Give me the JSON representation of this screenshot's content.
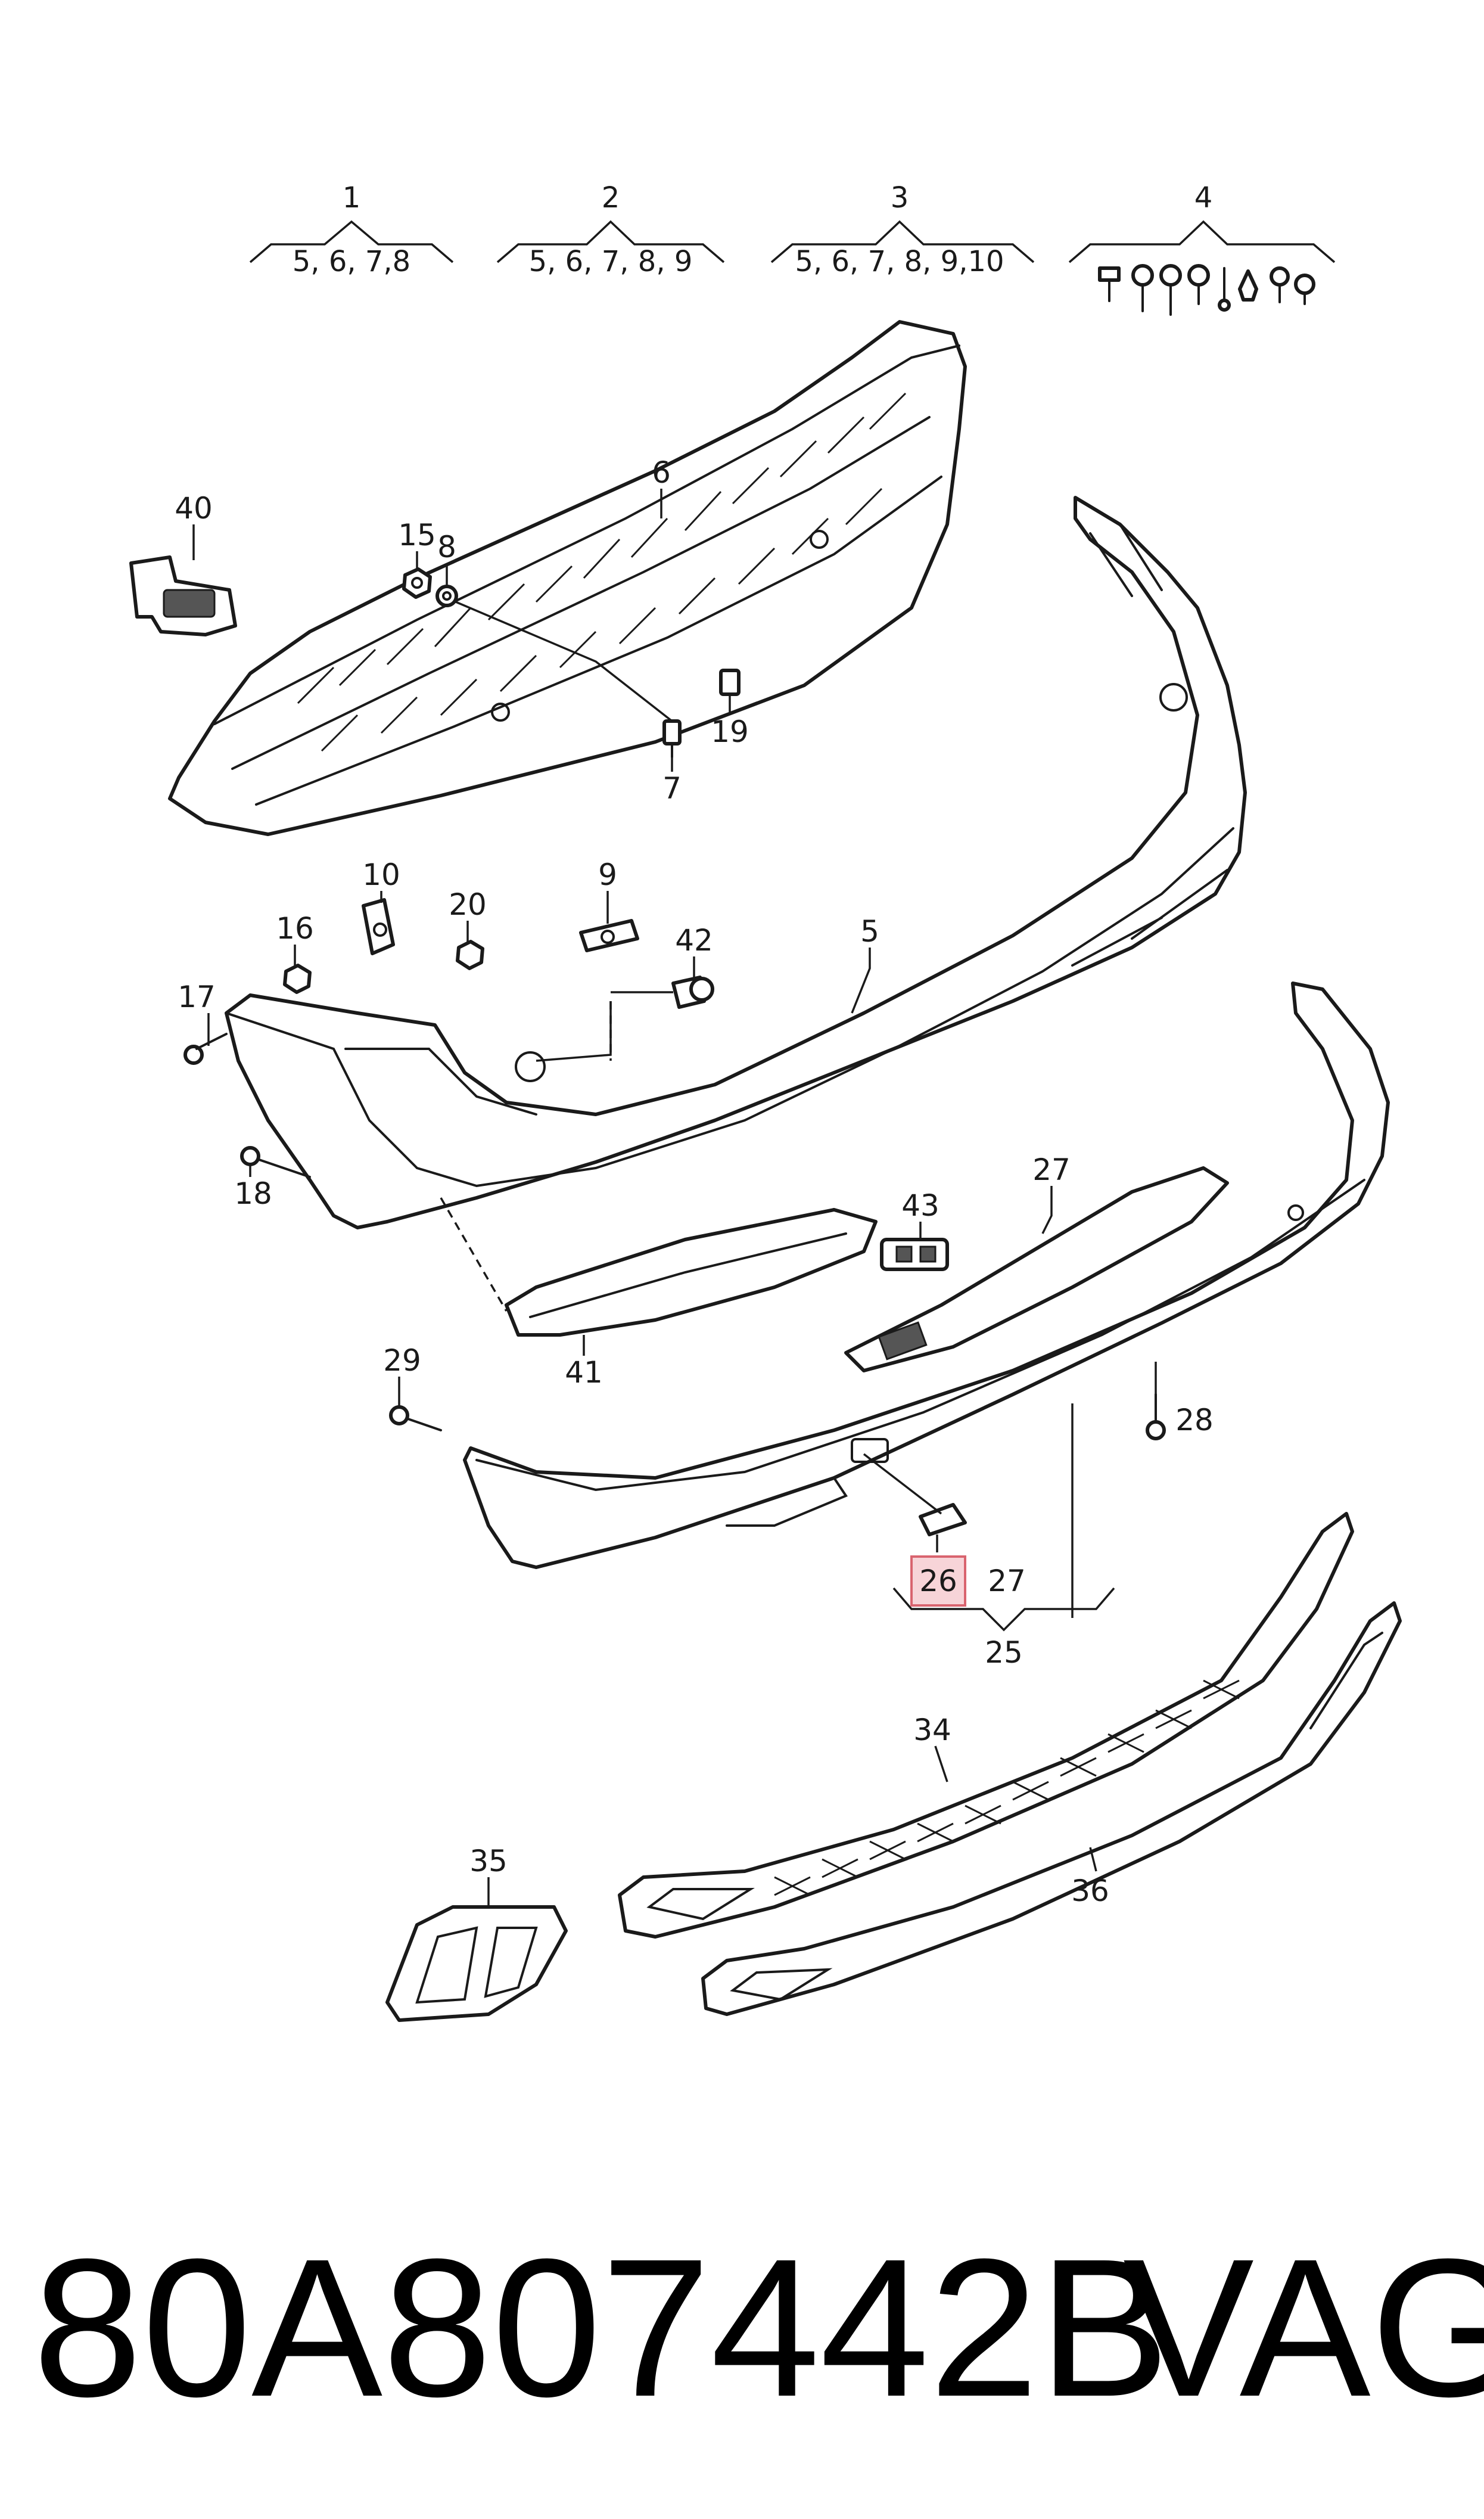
{
  "groups": [
    {
      "number": "1",
      "contents": "5, 6, 7,8"
    },
    {
      "number": "2",
      "contents": "5, 6, 7, 8, 9"
    },
    {
      "number": "3",
      "contents": "5, 6, 7, 8, 9,10"
    },
    {
      "number": "4",
      "contents": ""
    }
  ],
  "callouts": {
    "c5": "5",
    "c6": "6",
    "c7": "7",
    "c8": "8",
    "c9": "9",
    "c10": "10",
    "c15": "15",
    "c16": "16",
    "c17": "17",
    "c18": "18",
    "c19": "19",
    "c20": "20",
    "c25": "25",
    "c26": "26",
    "c27a": "27",
    "c27b": "27",
    "c28": "28",
    "c29": "29",
    "c34": "34",
    "c35": "35",
    "c36": "36",
    "c40": "40",
    "c41": "41",
    "c42": "42",
    "c43": "43"
  },
  "highlight": {
    "color": "#f7d4d8",
    "border": "#d9646f",
    "part": "26"
  },
  "caption": {
    "part_number": "80A807442B",
    "brand": "VAG"
  }
}
